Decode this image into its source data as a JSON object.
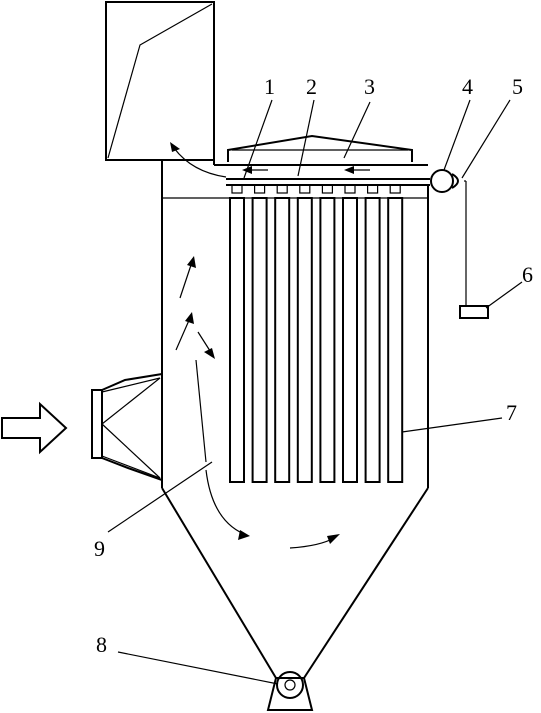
{
  "labels": {
    "l1": "1",
    "l2": "2",
    "l3": "3",
    "l4": "4",
    "l5": "5",
    "l6": "6",
    "l7": "7",
    "l8": "8",
    "l9": "9"
  },
  "bag_count": 8,
  "colors": {
    "line": "#000000",
    "background": "#ffffff"
  }
}
